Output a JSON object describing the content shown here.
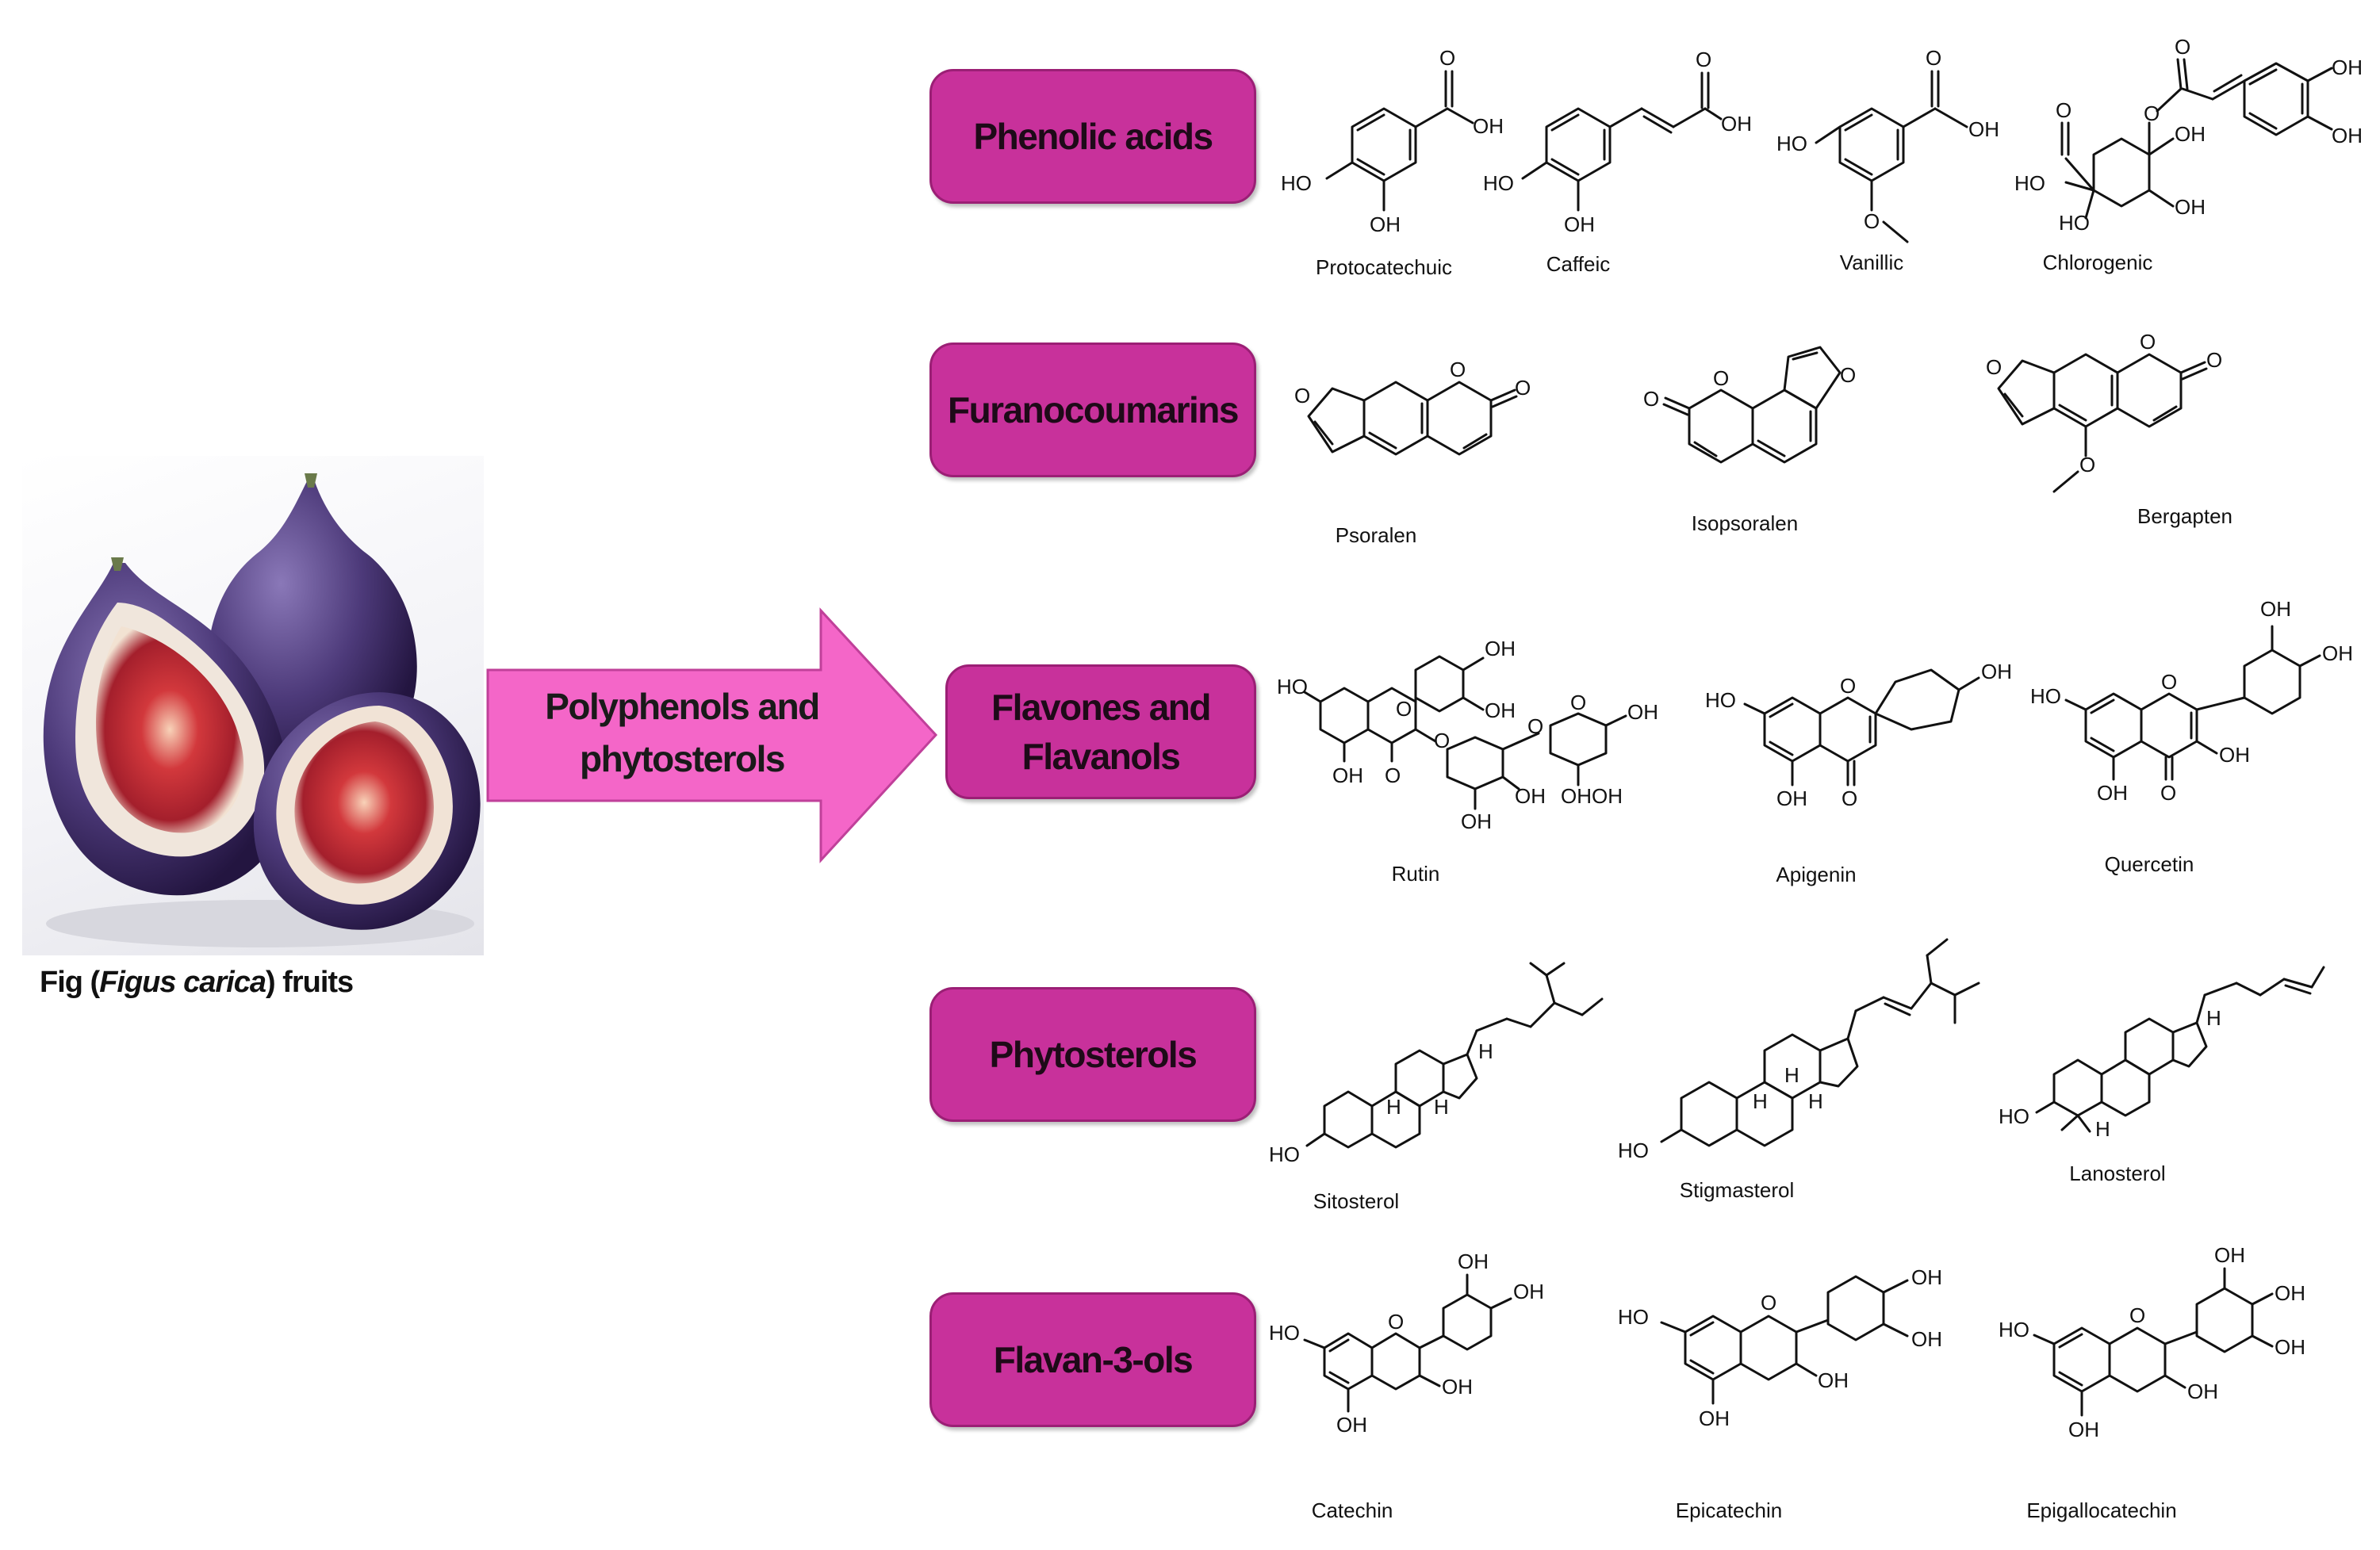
{
  "figure": {
    "source": {
      "caption_prefix": "Fig (",
      "caption_species": "Figus carica",
      "caption_suffix": ") fruits"
    },
    "arrow": {
      "label_line1": "Polyphenols and",
      "label_line2": "phytosterols",
      "color": "#f466c8"
    },
    "category_color": "#c8319b",
    "categories": [
      {
        "label_lines": [
          "Phenolic acids"
        ],
        "compounds": [
          {
            "name": "Protocatechuic",
            "atoms": [
              "O",
              "OH",
              "HO",
              "OH"
            ]
          },
          {
            "name": "Caffeic",
            "atoms": [
              "O",
              "OH",
              "HO",
              "OH"
            ]
          },
          {
            "name": "Vanillic",
            "atoms": [
              "O",
              "OH",
              "HO",
              "O"
            ]
          },
          {
            "name": "Chlorogenic",
            "atoms": [
              "O",
              "O",
              "OH",
              "OH",
              "O",
              "HO",
              "OH",
              "HO",
              "OH"
            ]
          }
        ]
      },
      {
        "label_lines": [
          "Furanocoumarins"
        ],
        "compounds": [
          {
            "name": "Psoralen",
            "atoms": [
              "O",
              "O",
              "O"
            ]
          },
          {
            "name": "Isopsoralen",
            "atoms": [
              "O",
              "O",
              "O"
            ]
          },
          {
            "name": "Bergapten",
            "atoms": [
              "O",
              "O",
              "O",
              "O"
            ]
          }
        ]
      },
      {
        "label_lines": [
          "Flavones and",
          "Flavanols"
        ],
        "compounds": [
          {
            "name": "Rutin",
            "atoms": [
              "HO",
              "O",
              "OH",
              "OH",
              "OH",
              "O",
              "O",
              "O",
              "O",
              "OH",
              "OH",
              "OH",
              "OHOH"
            ]
          },
          {
            "name": "Apigenin",
            "atoms": [
              "HO",
              "O",
              "OH",
              "OH",
              "O"
            ]
          },
          {
            "name": "Quercetin",
            "atoms": [
              "OH",
              "OH",
              "HO",
              "O",
              "OH",
              "OH",
              "O"
            ]
          }
        ]
      },
      {
        "label_lines": [
          "Phytosterols"
        ],
        "compounds": [
          {
            "name": "Sitosterol",
            "atoms": [
              "HO",
              "H",
              "H",
              "H"
            ]
          },
          {
            "name": "Stigmasterol",
            "atoms": [
              "HO",
              "H",
              "H",
              "H"
            ]
          },
          {
            "name": "Lanosterol",
            "atoms": [
              "HO",
              "H",
              "H"
            ]
          }
        ]
      },
      {
        "label_lines": [
          "Flavan-3-ols"
        ],
        "compounds": [
          {
            "name": "Catechin",
            "atoms": [
              "OH",
              "OH",
              "HO",
              "O",
              "OH",
              "OH"
            ]
          },
          {
            "name": "Epicatechin",
            "atoms": [
              "OH",
              "HO",
              "O",
              "OH",
              "OH",
              "OH"
            ]
          },
          {
            "name": "Epigallocatechin",
            "atoms": [
              "OH",
              "OH",
              "HO",
              "O",
              "OH",
              "OH",
              "OH"
            ]
          }
        ]
      }
    ]
  }
}
